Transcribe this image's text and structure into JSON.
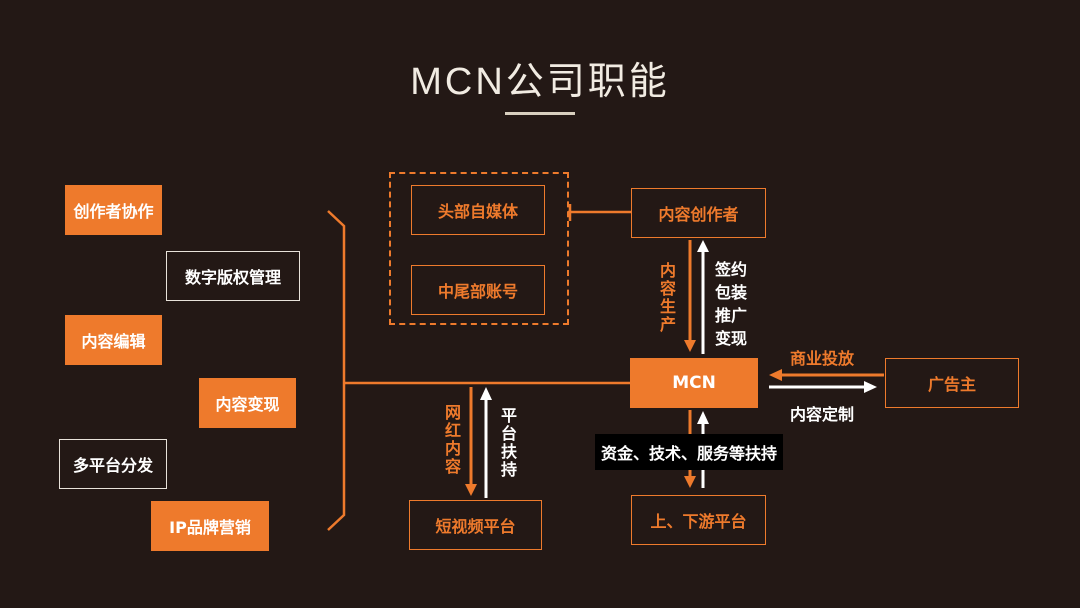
{
  "title": "MCN公司职能",
  "left_items": [
    "创作者协作",
    "数字版权管理",
    "内容编辑",
    "内容变现",
    "多平台分发",
    "IP品牌营销"
  ],
  "nodes": {
    "head_media": "头部自媒体",
    "mid_tail": "中尾部账号",
    "creator": "内容创作者",
    "mcn": "MCN",
    "advertiser": "广告主",
    "short_video": "短视频平台",
    "up_down": "上、下游平台"
  },
  "labels": {
    "content_production": "内容生产",
    "sign_services": "签约包装推广变现",
    "wanghong_content": "网红内容",
    "platform_support": "平台扶持",
    "commercial_ads": "商业投放",
    "content_custom": "内容定制",
    "funding_support": "资金、技术、服务等扶持"
  },
  "colors": {
    "background": "#231815",
    "accent": "#ee7a2c",
    "text": "#ffffff"
  }
}
